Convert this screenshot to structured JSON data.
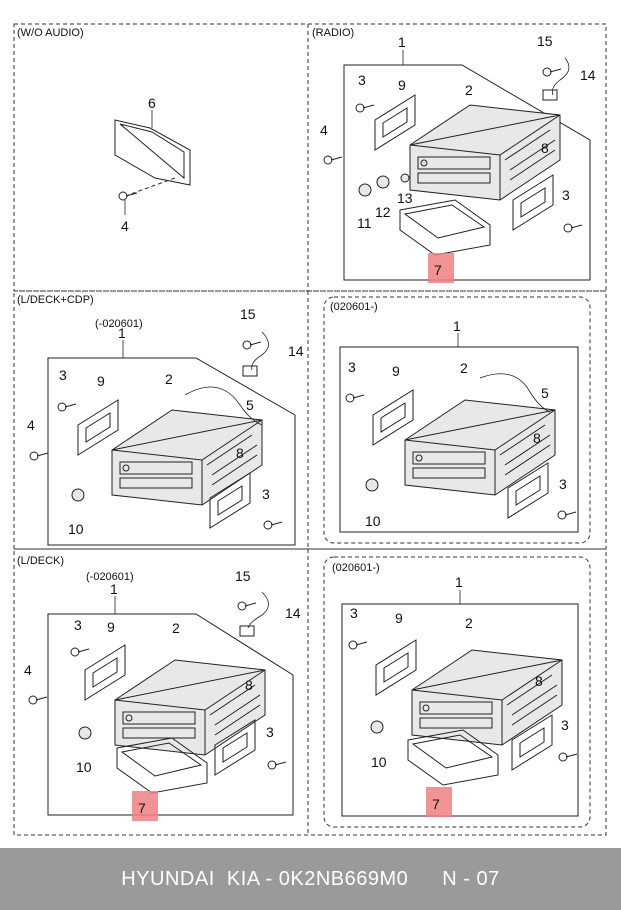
{
  "sections": {
    "wo_audio": "(W/O AUDIO)",
    "radio": "(RADIO)",
    "ldeck_cdp": "(L/DECK+CDP)",
    "ldeck_cdp_after": "(020601-)",
    "ldeck": "(L/DECK)",
    "ldeck_after": "(020601-)"
  },
  "date_before": "(-020601)",
  "part_numbers": {
    "p1": "1",
    "p2": "2",
    "p3": "3",
    "p4": "4",
    "p5": "5",
    "p6": "6",
    "p7": "7",
    "p8": "8",
    "p9": "9",
    "p10": "10",
    "p11": "11",
    "p12": "12",
    "p13": "13",
    "p14": "14",
    "p15": "15"
  },
  "colors": {
    "highlight": "#f08080",
    "footer_bg": "#9a9a9a",
    "footer_text": "#ffffff"
  },
  "footer": {
    "part_code": "HYUNDAI  KIA - 0K2NB669M0",
    "page": "N - 07"
  }
}
